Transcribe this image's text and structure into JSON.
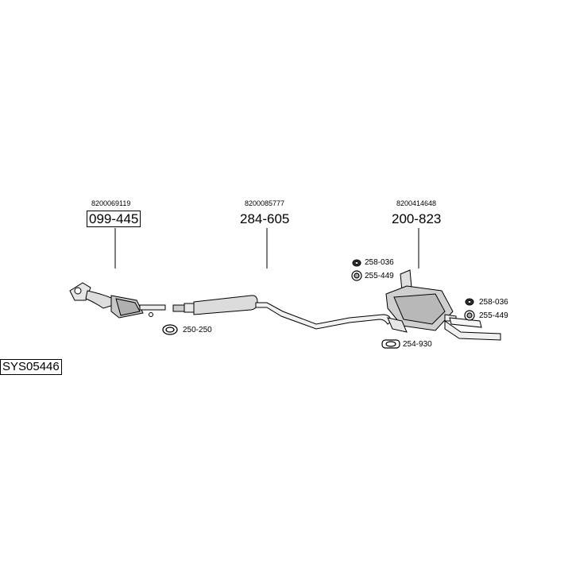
{
  "system_code": "SYS05446",
  "groups": [
    {
      "ref": "8200069119",
      "part": "099-445"
    },
    {
      "ref": "8200085777",
      "part": "284-605"
    },
    {
      "ref": "8200414648",
      "part": "200-823"
    }
  ],
  "accessories": {
    "clamp_front": "250-250",
    "rubber_top_left": "258-036",
    "mount_top_left": "255-449",
    "rubber_right": "258-036",
    "mount_right": "255-449",
    "clamp_rear": "254-930"
  }
}
